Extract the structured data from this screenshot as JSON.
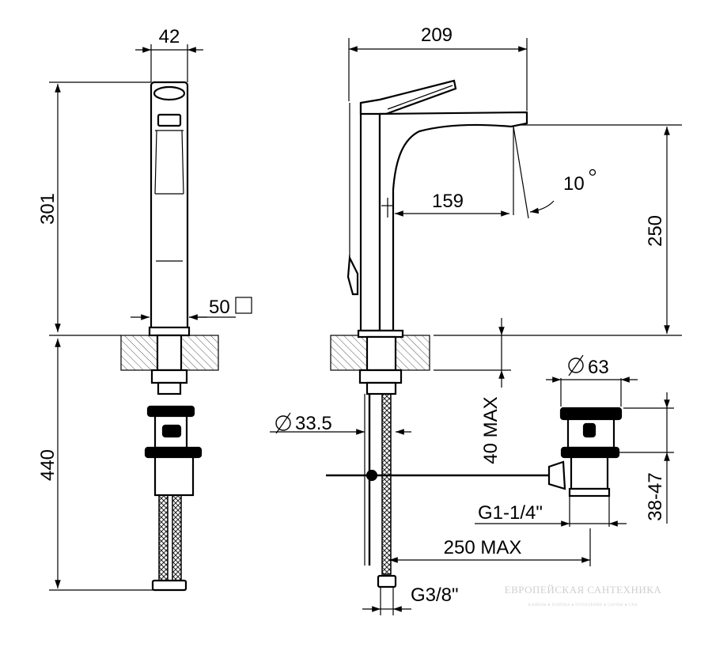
{
  "dimensions": {
    "width_side": "42",
    "height_top": "301",
    "height_bottom": "440",
    "square": "50",
    "spout_width": "209",
    "spout_reach": "159",
    "angle": "10",
    "spout_height": "250",
    "pipe_diameter": "33.5",
    "max_thickness": "40 MAX",
    "waste_diameter": "63",
    "waste_thread": "G1-1/4\"",
    "waste_range": "38-47",
    "rod_length": "250 MAX",
    "inlet_thread": "G3/8\""
  },
  "watermark": {
    "name": "ЕВРОПЕЙСКАЯ САНТЕХНИКА",
    "tagline": "КАМЕНЬ ● ПЛИТКА ● ОТОПЛЕНИЕ ● САУНЫ ● СПА"
  }
}
